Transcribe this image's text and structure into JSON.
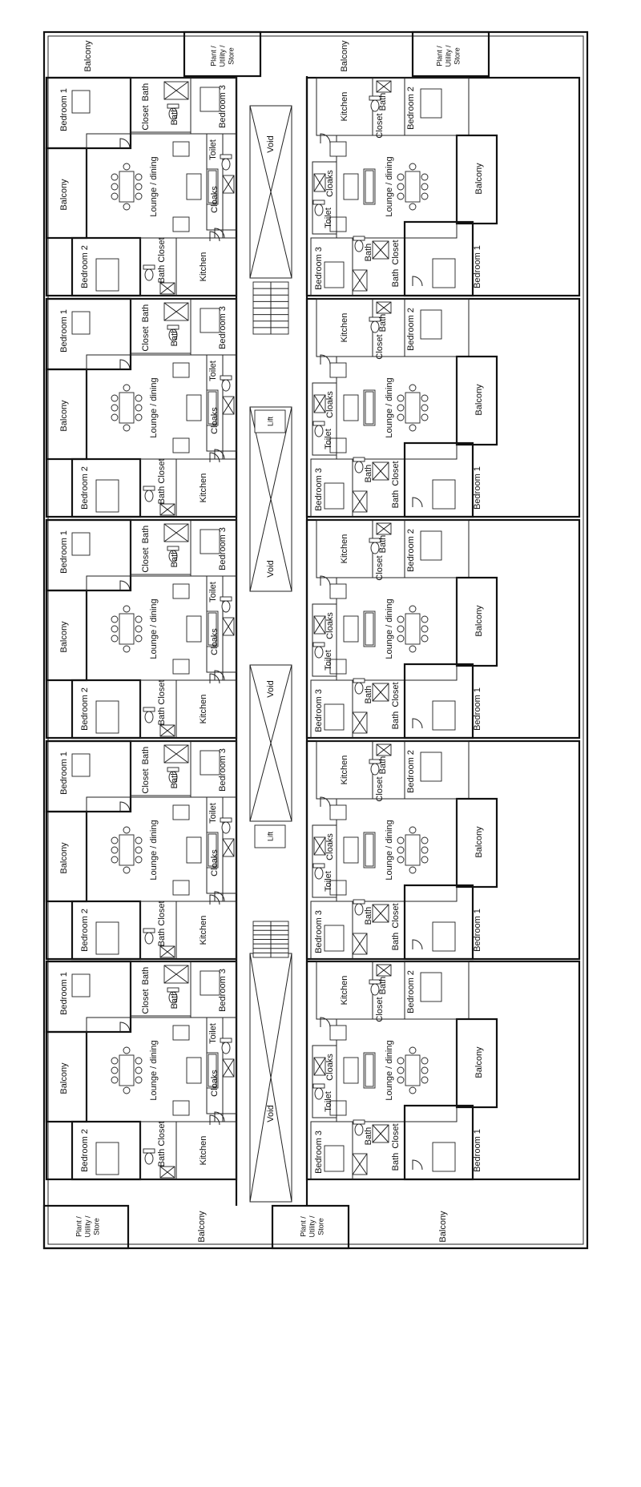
{
  "labels": {
    "balcony": "Balcony",
    "plant_store": [
      "Plant /",
      "Utility /",
      "Store"
    ],
    "void": "Void",
    "lift": "Lift",
    "bedroom_1": "Bedroom 1",
    "bedroom_2": "Bedroom 2",
    "bedroom_3": "Bedroom 3",
    "bath": "Bath",
    "closet": "Closet",
    "toilet": "Toilet",
    "cloaks": "Cloaks",
    "kitchen": "Kitchen",
    "lounge": "Lounge / dining"
  }
}
